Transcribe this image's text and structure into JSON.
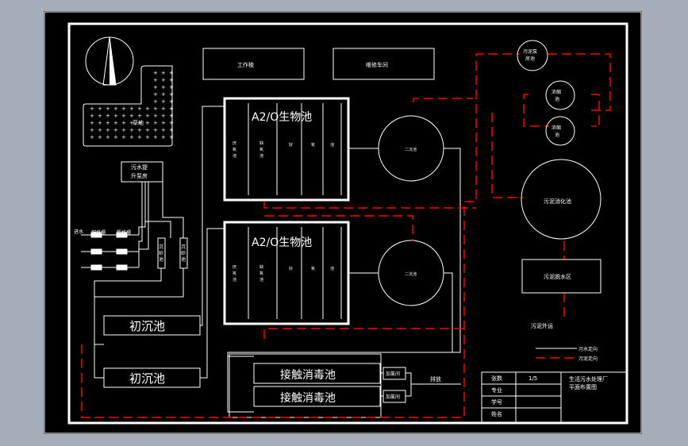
{
  "labels": {
    "workshop": "工作棱",
    "maintenance": "维修车间",
    "green_area": "草地",
    "lift_pump": [
      "污水提",
      "升泵房"
    ],
    "inlet": "进水",
    "grille_a": "细格栅",
    "grille_b": "粗格栅",
    "grit_a": [
      "沉",
      "砂",
      "池"
    ],
    "grit_b": [
      "沉",
      "砂",
      "池"
    ],
    "primary_a": "初沉池",
    "primary_b": "初沉池",
    "bio_a": "A2/O生物池",
    "bio_b": "A2/O生物池",
    "bio_zone_a1": [
      "厌",
      "氧",
      "池"
    ],
    "bio_zone_a2": [
      "缺",
      "氧",
      "池"
    ],
    "bio_zone_a3": "好",
    "bio_zone_a4": "氧",
    "bio_zone_a5": "池",
    "bio_zone_b1": [
      "厌",
      "氧",
      "池"
    ],
    "bio_zone_b2": [
      "缺",
      "氧",
      "池"
    ],
    "bio_zone_b3": "好",
    "bio_zone_b4": "氧",
    "bio_zone_b5": "池",
    "secondary_a": "二沉池",
    "secondary_b": "二沉池",
    "contact_a": "接触消毒池",
    "contact_b": "接触消毒池",
    "dosing_a": "加氯间",
    "dosing_b": "加氯间",
    "discharge": "排放",
    "sludge_pump": [
      "污泥泵",
      "房池"
    ],
    "thickener_a": [
      "浓缩",
      "池"
    ],
    "thickener_b": [
      "浓缩",
      "池"
    ],
    "digester": "污泥消化池",
    "dewatering": "污泥脱水区",
    "sludge_out": "污泥外运",
    "legend_water": "污水走向",
    "legend_sludge": "污泥走向"
  },
  "title_block": {
    "scale_label": "张数",
    "scale_value": "1/5",
    "major_label": "专业",
    "number_label": "学号",
    "name_label": "姓名",
    "title": [
      "生活污水处理厂",
      "平面布置图"
    ]
  },
  "colors": {
    "background": "#000000",
    "outer_bg": "#a5adb9",
    "line": "#ffffff",
    "sludge": "#ff0000"
  }
}
